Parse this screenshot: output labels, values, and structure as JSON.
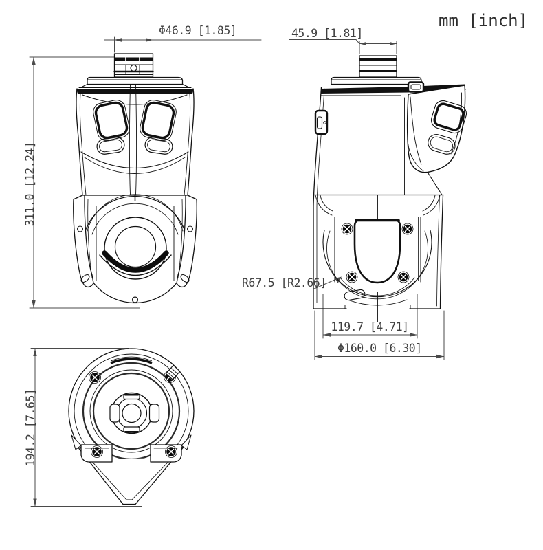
{
  "units_label": "mm [inch]",
  "dimensions": {
    "front_top_diameter": "Φ46.9 [1.85]",
    "front_height": "311.0 [12.24]",
    "side_top_width": "45.9 [1.81]",
    "side_radius": "R67.5 [R2.66]",
    "side_inner_width": "119.7 [4.71]",
    "side_base_diameter": "Φ160.0 [6.30]",
    "bottom_length": "194.2 [7.65]"
  },
  "colors": {
    "line": "#111111",
    "dimension": "#4a4a4a",
    "text": "#3f3f3f",
    "background": "#ffffff"
  }
}
